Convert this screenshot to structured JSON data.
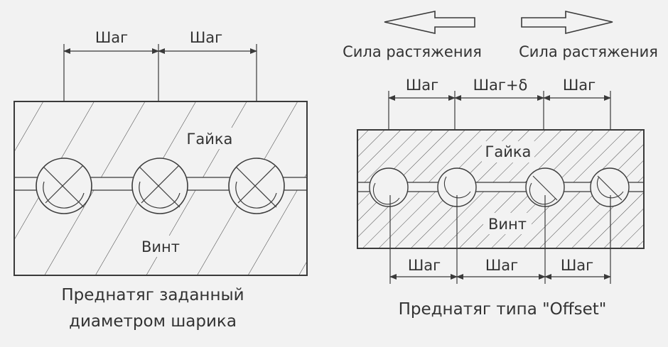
{
  "colors": {
    "background": "#f2f2f2",
    "line": "#3a3a3a",
    "body_fill": "#f2f2f2"
  },
  "left": {
    "pitch_labels": [
      "Шаг",
      "Шаг"
    ],
    "nut_label": "Гайка",
    "screw_label": "Винт",
    "caption_line1": "Преднатяг заданный",
    "caption_line2": "диаметром шарика"
  },
  "right": {
    "force_left": "Сила растяжения",
    "force_right": "Сила растяжения",
    "top_pitch_labels": [
      "Шаг",
      "Шаг+δ",
      "Шаг"
    ],
    "bottom_pitch_labels": [
      "Шаг",
      "Шаг",
      "Шаг"
    ],
    "nut_label": "Гайка",
    "screw_label": "Винт",
    "caption": "Преднатяг типа \"Offset\""
  }
}
